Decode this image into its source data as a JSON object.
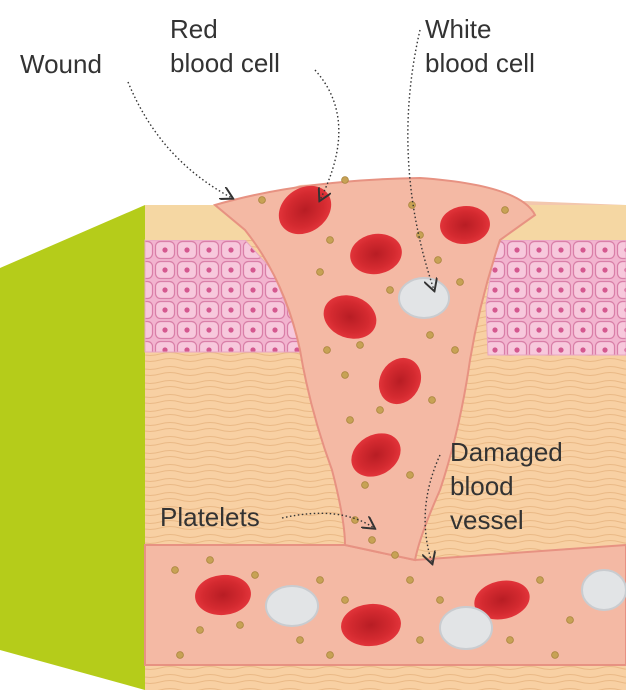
{
  "labels": {
    "wound": "Wound",
    "red_blood_cell": "Red\nblood cell",
    "white_blood_cell": "White\nblood cell",
    "platelets": "Platelets",
    "damaged_blood_vessel": "Damaged\nblood\nvessel"
  },
  "colors": {
    "side_panel": "#b5cc1a",
    "skin_surface": "#f3c7ad",
    "wound_plasma": "#f4b9a4",
    "epidermis": "#f2b4cf",
    "dermis": "#f8d0a3",
    "red_cell": "#d0262e",
    "white_cell": "#e2e4e6",
    "platelet": "#c7a255",
    "text": "#333333"
  }
}
